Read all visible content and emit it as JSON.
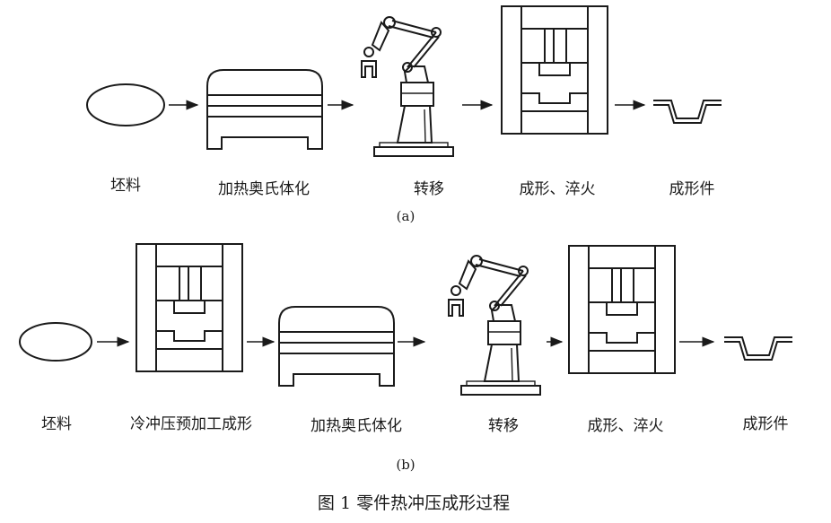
{
  "process_a": {
    "label": "(a)",
    "steps": [
      "坯料",
      "加热奥氏体化",
      "转移",
      "成形、淬火",
      "成形件"
    ]
  },
  "process_b": {
    "label": "(b)",
    "steps": [
      "坯料",
      "冷冲压预加工成形",
      "加热奥氏体化",
      "转移",
      "成形、淬火",
      "成形件"
    ]
  },
  "caption": "图 1 零件热冲压成形过程"
}
